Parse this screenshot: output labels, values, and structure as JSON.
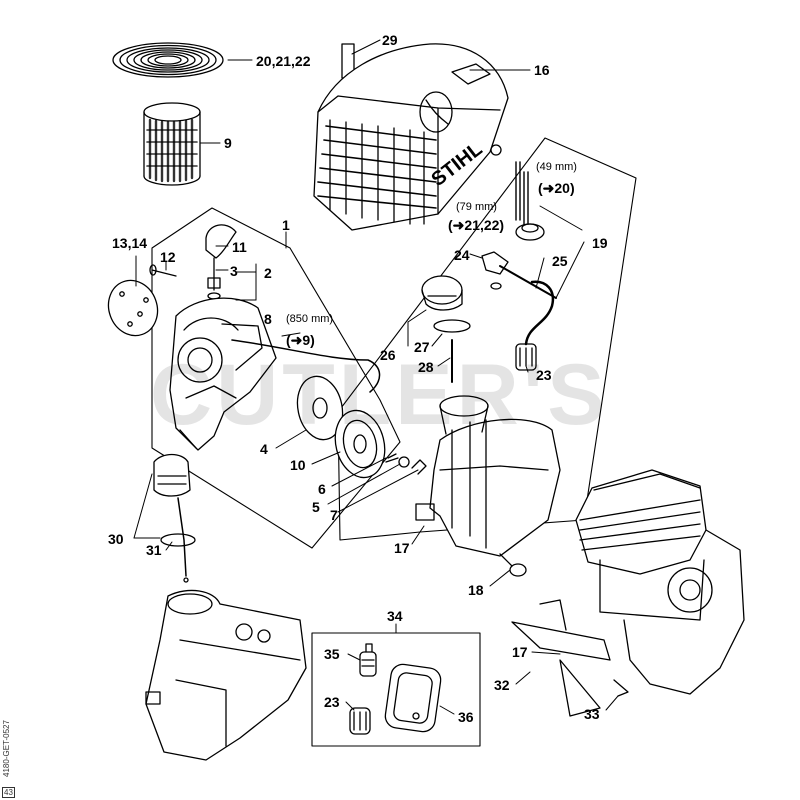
{
  "labels": {
    "p1": "1",
    "p2": "2",
    "p3": "3",
    "p4": "4",
    "p5": "5",
    "p6": "6",
    "p7": "7",
    "p8": "8",
    "p9": "9",
    "p10": "10",
    "p11": "11",
    "p12": "12",
    "p1314": "13,14",
    "p16": "16",
    "p17a": "17",
    "p17b": "17",
    "p18": "18",
    "p19": "19",
    "p202122": "20,21,22",
    "p23a": "23",
    "p23b": "23",
    "p24": "24",
    "p25": "25",
    "p26": "26",
    "p27": "27",
    "p28": "28",
    "p29": "29",
    "p30": "30",
    "p31": "31",
    "p32": "32",
    "p33": "33",
    "p34": "34",
    "p35": "35",
    "p36": "36"
  },
  "notes": {
    "mm850": "(850 mm)",
    "ref9": "(➜9)",
    "mm49": "(49 mm)",
    "ref20": "(➜20)",
    "mm79": "(79 mm)",
    "ref2122": "(➜21,22)"
  },
  "brand_text": "STIHL",
  "watermark": "CUTLER'S",
  "side_code": "4180-GET-0527",
  "corner_code": "43"
}
